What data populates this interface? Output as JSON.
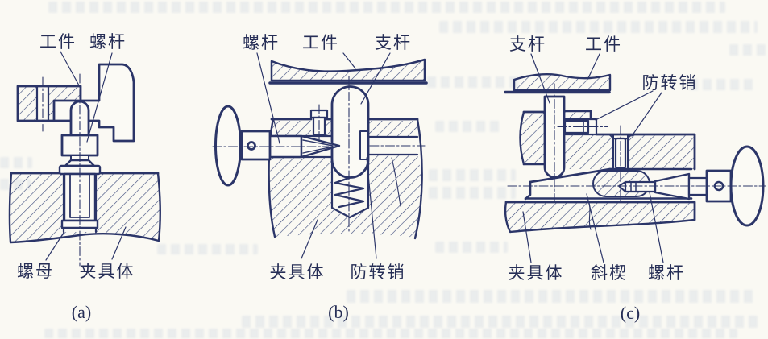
{
  "figure": {
    "ink_color": "#2b3568",
    "paper_color": "#faf9f3",
    "panels": [
      {
        "caption": "(a)",
        "labels": [
          {
            "name": "workpiece",
            "text": "工件"
          },
          {
            "name": "screw-rod",
            "text": "螺杆"
          },
          {
            "name": "nut",
            "text": "螺母"
          },
          {
            "name": "fixture-body",
            "text": "夹具体"
          }
        ]
      },
      {
        "caption": "(b)",
        "labels": [
          {
            "name": "screw-rod",
            "text": "螺杆"
          },
          {
            "name": "workpiece",
            "text": "工件"
          },
          {
            "name": "support-rod",
            "text": "支杆"
          },
          {
            "name": "fixture-body",
            "text": "夹具体"
          },
          {
            "name": "anti-rotation-pin",
            "text": "防转销"
          }
        ]
      },
      {
        "caption": "(c)",
        "labels": [
          {
            "name": "support-rod",
            "text": "支杆"
          },
          {
            "name": "workpiece",
            "text": "工件"
          },
          {
            "name": "anti-rotation-pin",
            "text": "防转销"
          },
          {
            "name": "fixture-body",
            "text": "夹具体"
          },
          {
            "name": "wedge",
            "text": "斜楔"
          },
          {
            "name": "screw-rod",
            "text": "螺杆"
          }
        ]
      }
    ]
  }
}
